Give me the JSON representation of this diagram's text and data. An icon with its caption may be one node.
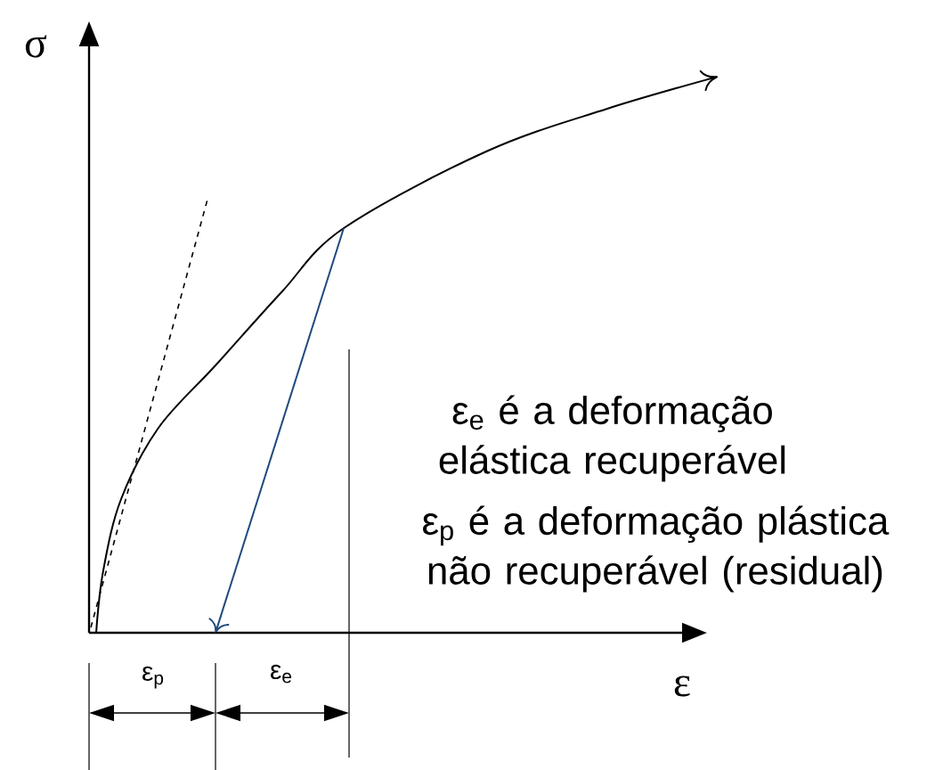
{
  "diagram": {
    "labels": [
      "σ",
      "ε",
      "ε$_{p}$",
      "ε$_{e}$",
      "ε$_{e}$ é a deformação elástica recuperável",
      "ε$_{p}$ é a deformação plástica não recuperável (residual)"
    ]
  }
}
